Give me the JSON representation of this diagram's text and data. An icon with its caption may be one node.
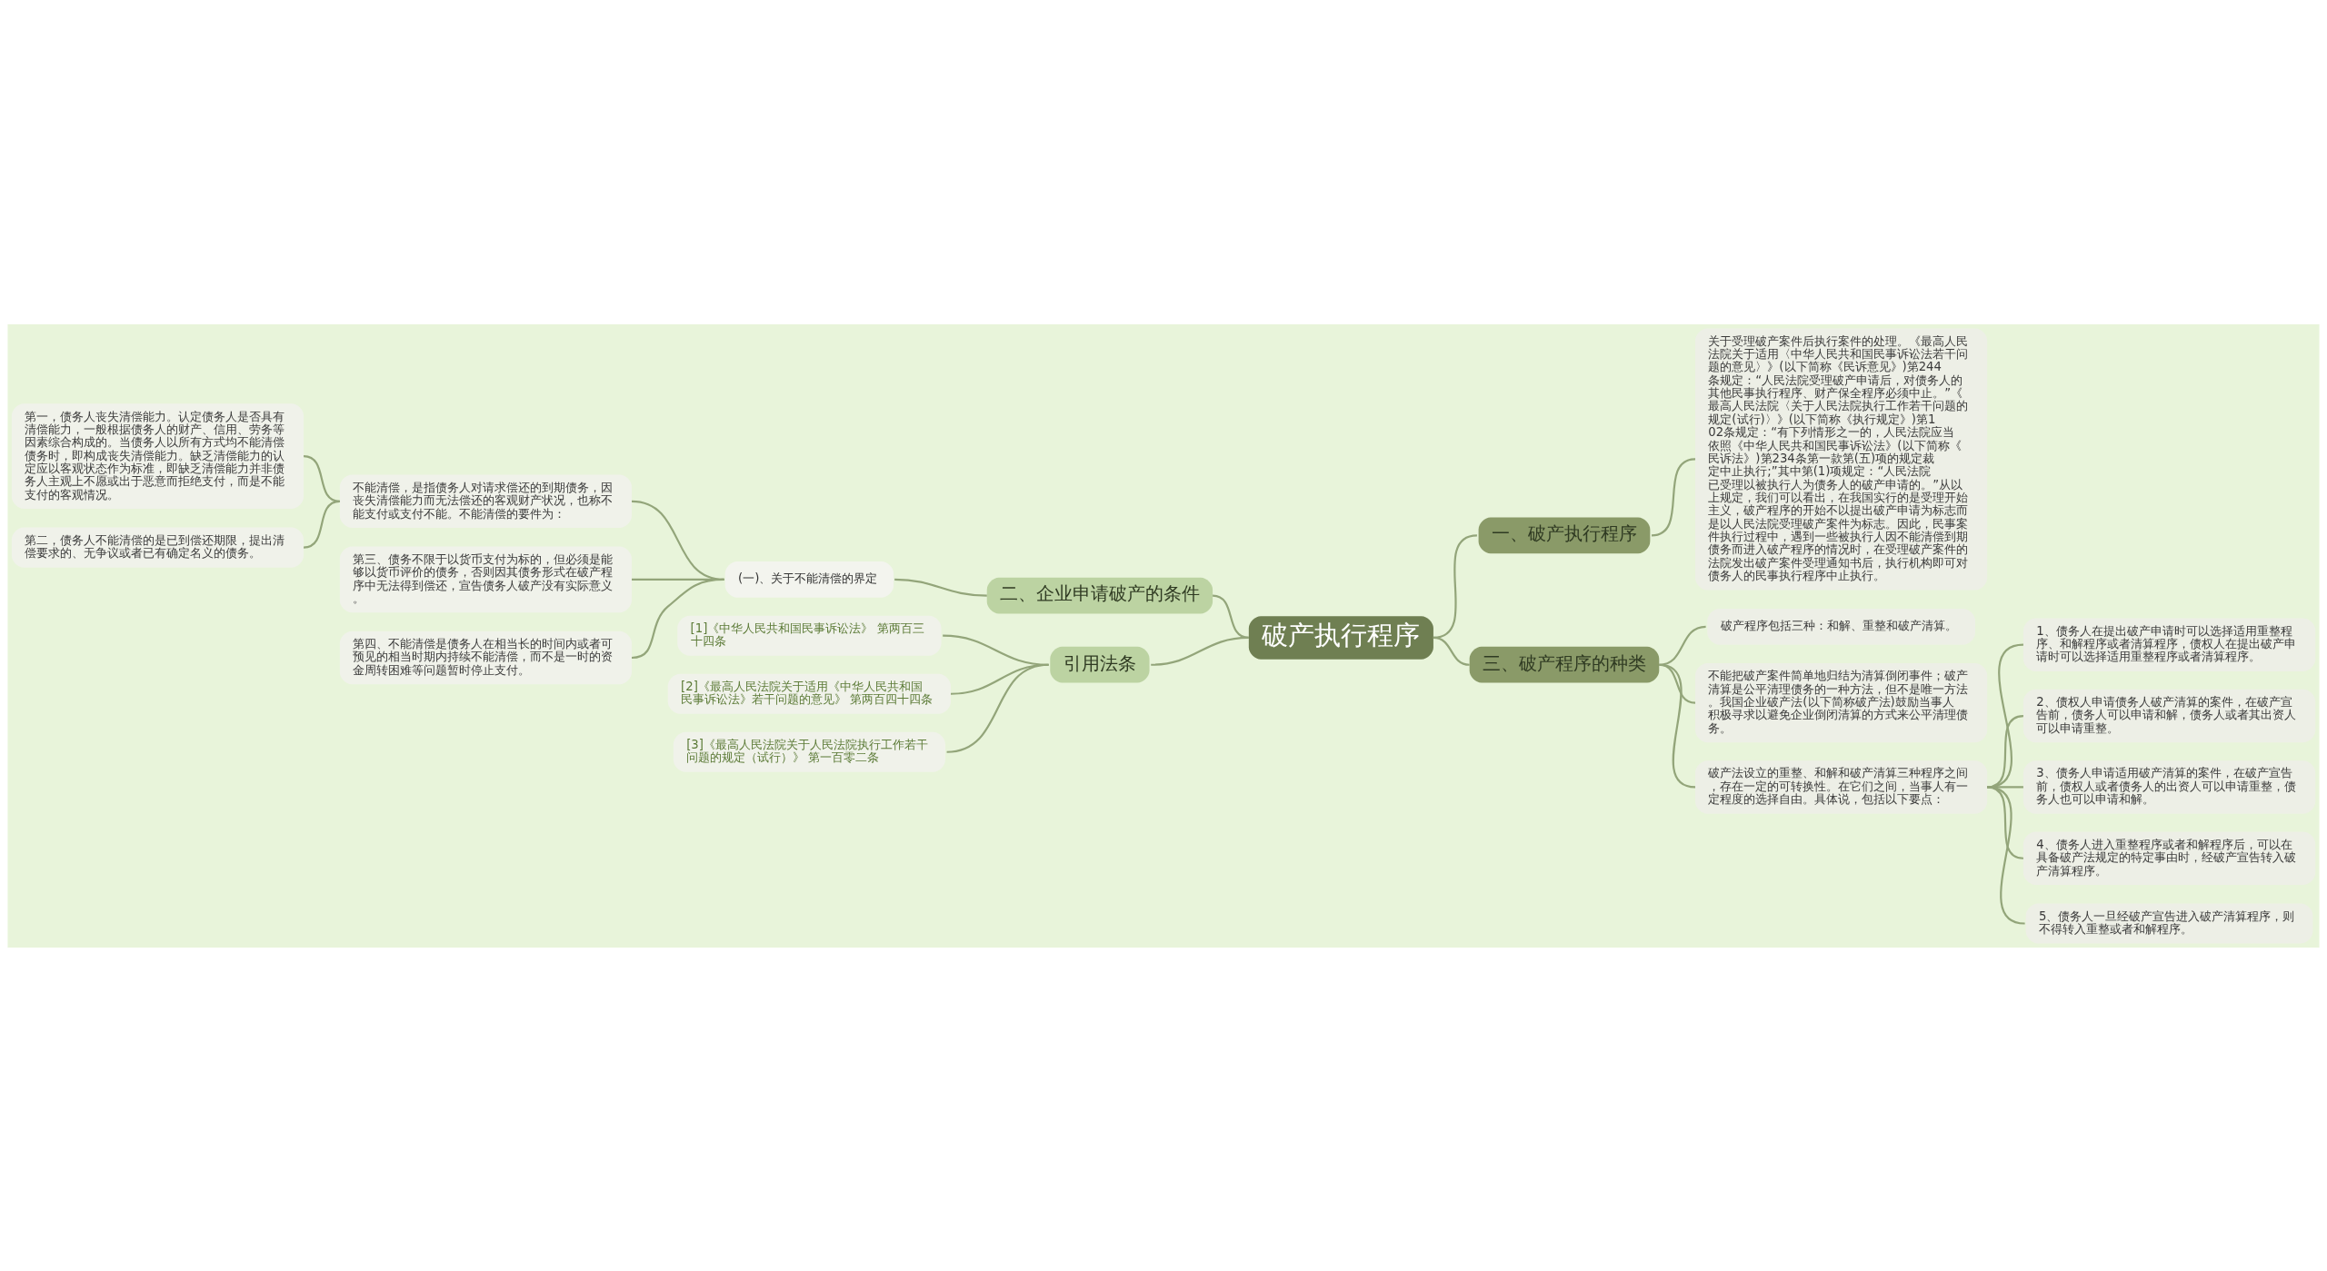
{
  "diagram": {
    "nodes": [
      {
        "text": [
          "破产执行程序"
        ]
      },
      {
        "text": [
          "一、破产执行程序"
        ]
      },
      {
        "text": [
          "关于受理破产案件后执行案件的处理。《最高人民法院关于适用〈中华人民共和国民事诉讼法若干问题的意见〉》(以下简称《民诉意见》)第244条规定：“人民法院受理破产申请后，对债务人的其他民事执行程序、财产保全程序必须中止。”《最高人民法院〈关于人民法院执行工作若干问题的规定(试行)〉》(以下简称《执行规定》)第102条规定：“有下列情形之一的，人民法院应当依照《中华人民共和国民事诉讼法》(以下简称《民诉法》)第234条第一款第(五)项的规定裁定中止执行;”其中第(1)项规定：“人民法院已受理以被执行人为债务人的破产申请的。”从以上规定，我们可以看出，在我国实行的是受理开始主义，破产程序的开始不以提出破产申请为标志而是以人民法院受理破产案件为标志。因此，民事案件执行过程中，遇到一些被执行人因不能清偿到期债务而进入破产程序的情况时，在受理破产案件的法院发出破产案件受理通知书后，执行机构即可对债务人的民事执行程序中止执行。"
        ]
      },
      {
        "text": [
          "三、破产程序的种类"
        ]
      },
      {
        "text": [
          "破产程序包括三种：和解、重整和破产清算。"
        ]
      },
      {
        "text": [
          "不能把破产案件简单地归结为清算倒闭事件；破产清算是公平清理债务的一种方法，但不是唯一方法。我国企业破产法(以下简称破产法)鼓励当事人积极寻求以避免企业倒闭清算的方式来公平清理债务。"
        ]
      },
      {
        "text": [
          "破产法设立的重整、和解和破产清算三种程序之间，存在一定的可转换性。在它们之间，当事人有一定程度的选择自由。具体说，包括以下要点："
        ]
      },
      {
        "text": [
          "1、债务人在提出破产申请时可以选择适用重整程序、和解程序或者清算程序，债权人在提出破产申请时可以选择适用重整程序或者清算程序。"
        ]
      },
      {
        "text": [
          "2、债权人申请债务人破产清算的案件，在破产宣告前，债务人可以申请和解，债务人或者其出资人可以申请重整。"
        ]
      },
      {
        "text": [
          "3、债务人申请适用破产清算的案件，在破产宣告前，债权人或者债务人的出资人可以申请重整，债务人也可以申请和解。"
        ]
      },
      {
        "text": [
          "4、债务人进入重整程序或者和解程序后，可以在具备破产法规定的特定事由时，经破产宣告转入破产清算程序。"
        ]
      },
      {
        "text": [
          "5、债务人一旦经破产宣告进入破产清算程序，则不得转入重整或者和解程序。"
        ]
      },
      {
        "text": [
          "二、企业申请破产的条件"
        ]
      },
      {
        "text": [
          "(一)、关于不能清偿的界定"
        ]
      },
      {
        "text": [
          "不能清偿，是指债务人对请求偿还的到期债务，因丧失清偿能力而无法偿还的客观财产状况，也称不能支付或支付不能。不能清偿的要件为："
        ]
      },
      {
        "text": [
          "第一，债务人丧失清偿能力。认定债务人是否具有清偿能力，一般根据债务人的财产、信用、劳务等因素综合构成的。当债务人以所有方式均不能清偿债务时，即构成丧失清偿能力。缺乏清偿能力的认定应以客观状态作为标准，即缺乏清偿能力并非债务人主观上不愿或出于恶意而拒绝支付，而是不能支付的客观情况。"
        ]
      },
      {
        "text": [
          "第二，债务人不能清偿的是已到偿还期限，提出清偿要求的、无争议或者已有确定名义的债务。"
        ]
      },
      {
        "text": [
          "第三、债务不限于以货币支付为标的，但必须是能够以货币评价的债务，否则因其债务形式在破产程序中无法得到偿还，宣告债务人破产没有实际意义。"
        ]
      },
      {
        "text": [
          "第四、不能清偿是债务人在相当长的时间内或者可预见的相当时期内持续不能清偿，而不是一时的资金周转困难等问题暂时停止支付。"
        ]
      },
      {
        "text": [
          "引用法条"
        ]
      },
      {
        "text": [
          "[1]《中华人民共和国民事诉讼法》 第两百三十四条"
        ]
      },
      {
        "text": [
          "[2]《最高人民法院关于适用《中华人民共和国民事诉讼法》若干问题的意见》 第两百四十四条"
        ]
      },
      {
        "text": [
          "[3]《最高人民法院关于人民法院执行工作若干问题的规定（试行）》 第一百零二条"
        ]
      }
    ],
    "edges": [
      {
        "from": 0,
        "to": 1,
        "arrow": "none"
      },
      {
        "from": 1,
        "to": 2,
        "arrow": "none"
      },
      {
        "from": 0,
        "to": 3,
        "arrow": "none"
      },
      {
        "from": 3,
        "to": 4,
        "arrow": "none"
      },
      {
        "from": 3,
        "to": 5,
        "arrow": "none"
      },
      {
        "from": 3,
        "to": 6,
        "arrow": "none"
      },
      {
        "from": 6,
        "to": 7,
        "arrow": "none"
      },
      {
        "from": 6,
        "to": 8,
        "arrow": "none"
      },
      {
        "from": 6,
        "to": 9,
        "arrow": "none"
      },
      {
        "from": 6,
        "to": 10,
        "arrow": "none"
      },
      {
        "from": 6,
        "to": 11,
        "arrow": "none"
      },
      {
        "from": 0,
        "to": 12,
        "arrow": "none"
      },
      {
        "from": 12,
        "to": 13,
        "arrow": "none"
      },
      {
        "from": 13,
        "to": 14,
        "arrow": "none"
      },
      {
        "from": 14,
        "to": 15,
        "arrow": "none"
      },
      {
        "from": 14,
        "to": 16,
        "arrow": "none"
      },
      {
        "from": 13,
        "to": 17,
        "arrow": "none"
      },
      {
        "from": 13,
        "to": 18,
        "arrow": "none"
      },
      {
        "from": 0,
        "to": 19,
        "arrow": "none"
      },
      {
        "from": 19,
        "to": 20,
        "arrow": "none"
      },
      {
        "from": 19,
        "to": 21,
        "arrow": "none"
      },
      {
        "from": 19,
        "to": 22,
        "arrow": "none"
      }
    ]
  }
}
